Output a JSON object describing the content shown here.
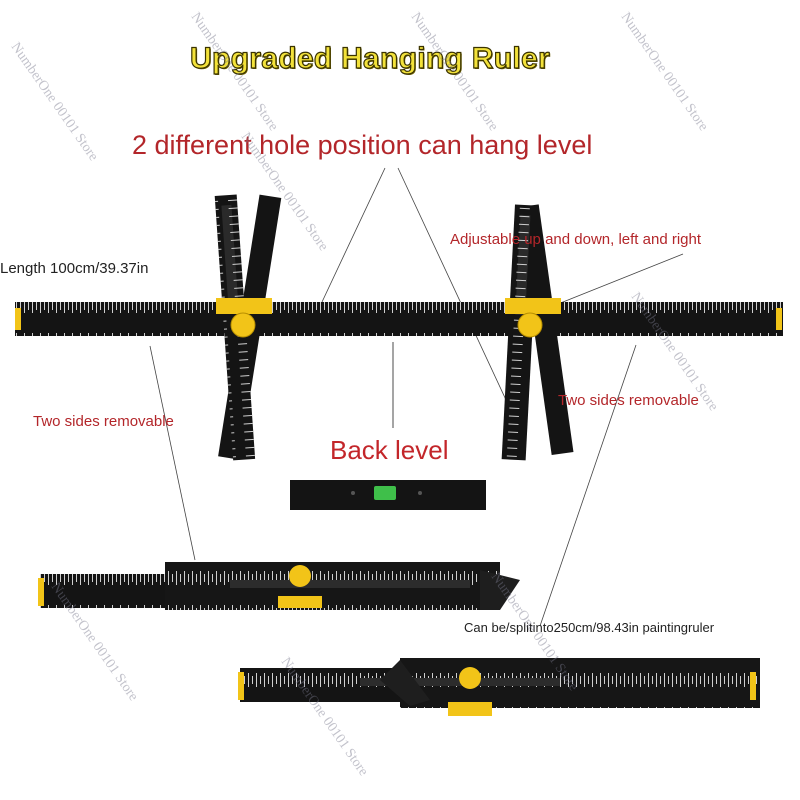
{
  "title": "Upgraded Hanging Ruler",
  "subtitle": "2 different hole position can hang level",
  "labels": {
    "length": "Length 100cm/39.37in",
    "adjustable": "Adjustable up and down, left and right",
    "removable_left": "Two sides removable",
    "removable_right": "Two sides removable",
    "back_level": "Back level",
    "split": "Can be/splitinto250cm/98.43in paintingruler"
  },
  "watermark": "NumberOne 00101 Store",
  "colors": {
    "ruler_body": "#141414",
    "accent_yellow": "#f2c418",
    "label_red": "#b3262a",
    "title_yellow": "#f3e23a"
  }
}
